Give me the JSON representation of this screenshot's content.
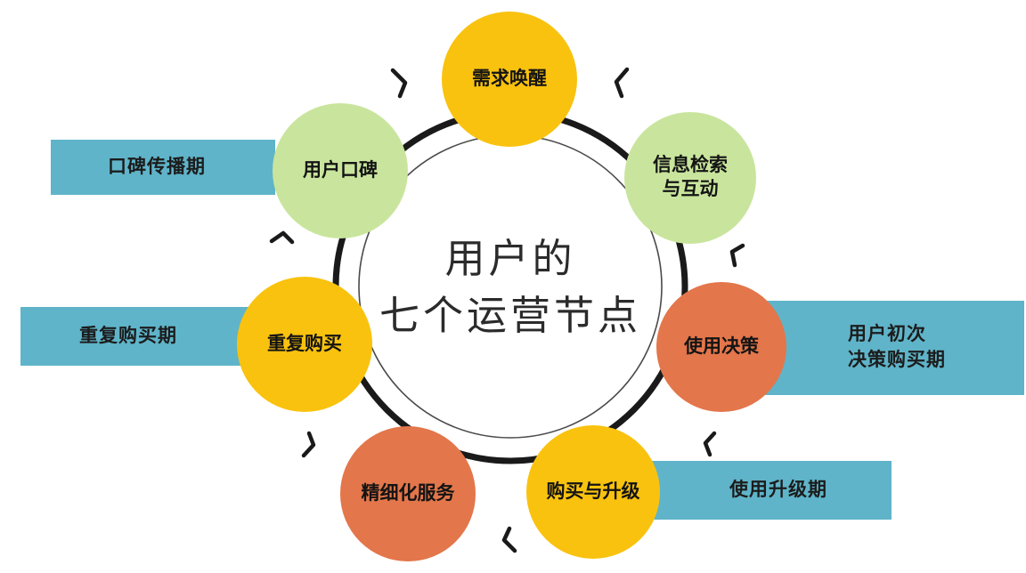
{
  "diagram": {
    "title_line1": "用户的",
    "title_line2": "七个运营节点",
    "colors": {
      "yellow": "#f9c20e",
      "green": "#c9e59d",
      "orange": "#e3764b",
      "teal": "#5fb4c9",
      "ring_outer": "#1a1a1a",
      "ring_inner": "#3a3a3a",
      "background": "#ffffff",
      "text": "#141414"
    },
    "nodes": [
      {
        "id": "demand-awakening",
        "label": "需求唤醒",
        "color": "yellow",
        "font_size": 21,
        "order": 1
      },
      {
        "id": "info-search",
        "label": "信息检索\n与互动",
        "color": "green",
        "font_size": 21,
        "order": 2
      },
      {
        "id": "use-decision",
        "label": "使用决策",
        "color": "orange",
        "font_size": 21,
        "order": 3
      },
      {
        "id": "purchase-upgrade",
        "label": "购买与升级",
        "color": "yellow",
        "font_size": 21,
        "order": 4
      },
      {
        "id": "refined-service",
        "label": "精细化服务",
        "color": "orange",
        "font_size": 21,
        "order": 5
      },
      {
        "id": "repeat-purchase",
        "label": "重复购买",
        "color": "yellow",
        "font_size": 21,
        "order": 6
      },
      {
        "id": "user-word-of-mouth",
        "label": "用户口碑",
        "color": "green",
        "font_size": 21,
        "order": 7
      }
    ],
    "phase_bars": [
      {
        "id": "word-of-mouth-period",
        "label": "口碑传播期",
        "side": "left"
      },
      {
        "id": "repeat-purchase-period",
        "label": "重复购买期",
        "side": "left"
      },
      {
        "id": "first-decision-period",
        "label": "用户初次\n决策购买期",
        "side": "right"
      },
      {
        "id": "usage-upgrade-period",
        "label": "使用升级期",
        "side": "right"
      }
    ]
  },
  "chart_data": {
    "type": "diagram",
    "subtype": "cycle-ring",
    "title": "用户的七个运营节点",
    "node_count": 7,
    "categories": [
      "需求唤醒",
      "信息检索与互动",
      "使用决策",
      "购买与升级",
      "精细化服务",
      "重复购买",
      "用户口碑"
    ],
    "phases": [
      "口碑传播期",
      "重复购买期",
      "用户初次决策购买期",
      "使用升级期"
    ],
    "legend": "none",
    "grid": false
  }
}
